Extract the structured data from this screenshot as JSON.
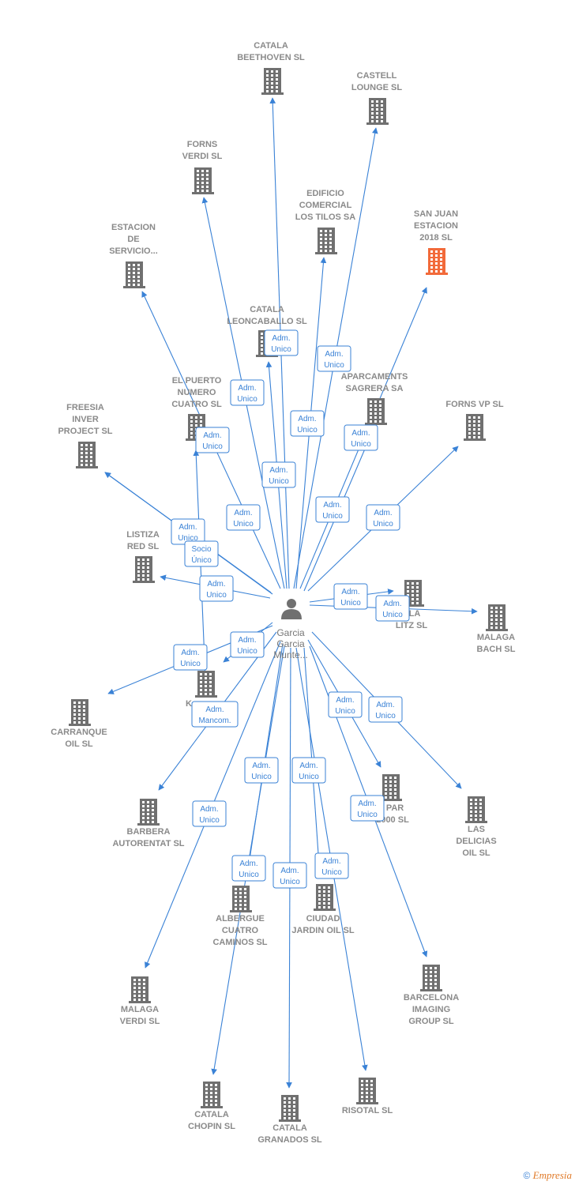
{
  "colors": {
    "accent": "#3a82d6",
    "building": "#707070",
    "highlight": "#f26a3a",
    "label": "#8a8a8a"
  },
  "center": {
    "label": [
      "Garcia",
      "Garcia",
      "Munte..."
    ],
    "icon": "person-icon"
  },
  "nodes": [
    {
      "id": "beethoven",
      "label": [
        "CATALA",
        "BEETHOVEN SL"
      ],
      "highlight": false
    },
    {
      "id": "castell",
      "label": [
        "CASTELL",
        "LOUNGE SL"
      ],
      "highlight": false
    },
    {
      "id": "forns_verdi",
      "label": [
        "FORNS",
        "VERDI  SL"
      ],
      "highlight": false
    },
    {
      "id": "edificio",
      "label": [
        "EDIFICIO",
        "COMERCIAL",
        "LOS TILOS SA"
      ],
      "highlight": false
    },
    {
      "id": "sanjuan",
      "label": [
        "SAN JUAN",
        "ESTACION",
        "2018  SL"
      ],
      "highlight": true
    },
    {
      "id": "estacion",
      "label": [
        "ESTACION",
        "DE",
        "SERVICIO..."
      ],
      "highlight": false
    },
    {
      "id": "leoncaballo",
      "label": [
        "CATALA",
        "LEONCABALLO SL"
      ],
      "highlight": false
    },
    {
      "id": "aparcaments",
      "label": [
        "APARCAMENTS",
        "SAGRERA SA"
      ],
      "highlight": false
    },
    {
      "id": "elpuerto",
      "label": [
        "EL PUERTO",
        "NUMERO",
        "CUATRO SL"
      ],
      "highlight": false
    },
    {
      "id": "fornsvp",
      "label": [
        "FORNS VP  SL"
      ],
      "highlight": false
    },
    {
      "id": "freesia",
      "label": [
        "FREESIA",
        "INVER",
        "PROJECT SL"
      ],
      "highlight": false
    },
    {
      "id": "listiza",
      "label": [
        "LISTIZA",
        "RED  SL"
      ],
      "highlight": false
    },
    {
      "id": "catalalitz",
      "label": [
        "ALA",
        "LITZ SL"
      ],
      "highlight": false
    },
    {
      "id": "malagabach",
      "label": [
        "MALAGA",
        "BACH SL"
      ],
      "highlight": false
    },
    {
      "id": "k",
      "label": [
        "K"
      ],
      "highlight": false
    },
    {
      "id": "carranque",
      "label": [
        "CARRANQUE",
        "OIL  SL"
      ],
      "highlight": false
    },
    {
      "id": "barbera",
      "label": [
        "BARBERA",
        "AUTORENTAT SL"
      ],
      "highlight": false
    },
    {
      "id": "ipar",
      "label": [
        "I PAR",
        "2000 SL"
      ],
      "highlight": false
    },
    {
      "id": "lasdelicias",
      "label": [
        "LAS",
        "DELICIAS",
        "OIL  SL"
      ],
      "highlight": false
    },
    {
      "id": "albergue",
      "label": [
        "ALBERGUE",
        "CUATRO",
        "CAMINOS SL"
      ],
      "highlight": false
    },
    {
      "id": "ciudadjardin",
      "label": [
        "CIUDAD",
        "JARDIN OIL  SL"
      ],
      "highlight": false
    },
    {
      "id": "malagaverdi",
      "label": [
        "MALAGA",
        "VERDI SL"
      ],
      "highlight": false
    },
    {
      "id": "barcelona",
      "label": [
        "BARCELONA",
        "IMAGING",
        "GROUP SL"
      ],
      "highlight": false
    },
    {
      "id": "chopin",
      "label": [
        "CATALA",
        "CHOPIN  SL"
      ],
      "highlight": false
    },
    {
      "id": "granados",
      "label": [
        "CATALA",
        "GRANADOS SL"
      ],
      "highlight": false
    },
    {
      "id": "risotal",
      "label": [
        "RISOTAL SL"
      ],
      "highlight": false
    }
  ],
  "relations": [
    {
      "to": "beethoven",
      "label": [
        "Adm.",
        "Unico"
      ]
    },
    {
      "to": "castell",
      "label": [
        "Adm.",
        "Unico"
      ]
    },
    {
      "to": "forns_verdi",
      "label": [
        "Adm.",
        "Unico"
      ]
    },
    {
      "to": "edificio",
      "label": [
        "Adm.",
        "Unico"
      ]
    },
    {
      "to": "sanjuan",
      "label": [
        "Adm.",
        "Unico"
      ]
    },
    {
      "to": "estacion",
      "label": [
        "Adm.",
        "Unico"
      ]
    },
    {
      "to": "leoncaballo",
      "label": [
        "Adm.",
        "Unico"
      ]
    },
    {
      "to": "aparcaments",
      "label": [
        "Adm.",
        "Unico"
      ]
    },
    {
      "to": "elpuerto",
      "label": [
        "Adm.",
        "Unico"
      ]
    },
    {
      "to": "fornsvp",
      "label": [
        "Adm.",
        "Unico"
      ]
    },
    {
      "to": "freesia",
      "label": [
        "Adm.",
        "Unico"
      ]
    },
    {
      "to": "freesia",
      "label": [
        "Socio",
        "Único"
      ]
    },
    {
      "to": "listiza",
      "label": [
        "Adm.",
        "Unico"
      ]
    },
    {
      "to": "catalalitz",
      "label": [
        "Adm.",
        "Unico"
      ]
    },
    {
      "to": "malagabach",
      "label": [
        "Adm.",
        "Unico"
      ]
    },
    {
      "to": "k",
      "label": [
        "Adm.",
        "Unico"
      ]
    },
    {
      "to": "carranque",
      "label": [
        "Adm.",
        "Unico"
      ]
    },
    {
      "to": "barbera",
      "label": [
        "Adm.",
        "Mancom."
      ]
    },
    {
      "to": "ipar",
      "label": [
        "Adm.",
        "Unico"
      ]
    },
    {
      "to": "lasdelicias",
      "label": [
        "Adm.",
        "Unico"
      ]
    },
    {
      "to": "albergue",
      "label": [
        "Adm.",
        "Unico"
      ]
    },
    {
      "to": "ciudadjardin",
      "label": [
        "Adm.",
        "Unico"
      ]
    },
    {
      "to": "malagaverdi",
      "label": [
        "Adm.",
        "Unico"
      ]
    },
    {
      "to": "barcelona",
      "label": [
        "Adm.",
        "Unico"
      ]
    },
    {
      "to": "chopin",
      "label": [
        "Adm.",
        "Unico"
      ]
    },
    {
      "to": "granados",
      "label": [
        "Adm.",
        "Unico"
      ]
    },
    {
      "to": "risotal",
      "label": [
        "Adm.",
        "Unico"
      ]
    }
  ],
  "footer": {
    "copyright": "©",
    "brand": "Empresia"
  }
}
